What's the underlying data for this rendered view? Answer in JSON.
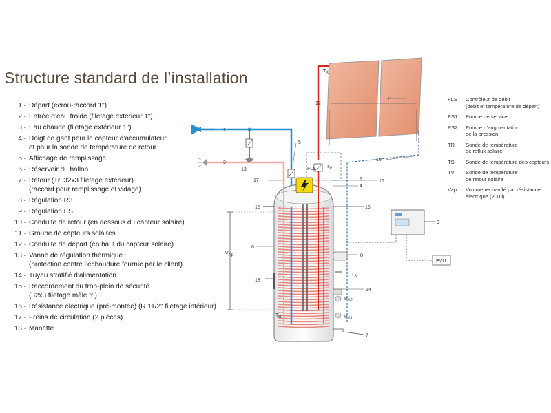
{
  "title": "Structure standard de l’installation",
  "legend": [
    {
      "num": "1 -",
      "text": "Départ (écrou-raccord 1\")"
    },
    {
      "num": "2 -",
      "text": "Entrée d’eau froide (filetage extérieur 1\")"
    },
    {
      "num": "3 -",
      "text": "Eau chaude (filetage extérieur 1\")"
    },
    {
      "num": "4 -",
      "text": "Doigt de gant pour le capteur d’accumulateur\net pour la sonde de température de retour"
    },
    {
      "num": "5 -",
      "text": "Affichage de remplissage"
    },
    {
      "num": "6 -",
      "text": "Réservoir du ballon"
    },
    {
      "num": "7 -",
      "text": "Retour (Tr. 32x3 filetage extérieur)\n(raccord pour remplissage et vidage)"
    },
    {
      "num": "8 -",
      "text": "Régulation R3"
    },
    {
      "num": "9 -",
      "text": "Régulation ES"
    },
    {
      "num": "10 -",
      "text": "Conduite de retour (en dessous du capteur solaire)"
    },
    {
      "num": "11 -",
      "text": "Groupe de capteurs solaires"
    },
    {
      "num": "12 -",
      "text": "Conduite de départ (en haut du capteur solaire)"
    },
    {
      "num": "13 -",
      "text": "Vanne de régulation thermique\n(protection contre l’échaudure fournie par le client)"
    },
    {
      "num": "14 -",
      "text": "Tuyau stratifié d’alimentation"
    },
    {
      "num": "15 -",
      "text": "Raccordement du trop-plein de sécurité\n(32x3 filetage mâle tr.)"
    },
    {
      "num": "16 -",
      "text": "Résistance électrique (pré-montée) (R 11/2\" filetage intérieur)"
    },
    {
      "num": "17 -",
      "text": "Freins de circulation (2 pièces)"
    },
    {
      "num": "18 -",
      "text": "Manette"
    }
  ],
  "abbreviations": [
    {
      "code": "FLS",
      "desc": "Contrôleur de débit\n(débit et température de départ)"
    },
    {
      "code": "PS1",
      "desc": "Pompe de service"
    },
    {
      "code": "PS2",
      "desc": "Pompe d’augmentation\nde la pression"
    },
    {
      "code": "TR",
      "desc": "Sonde de température\nde reflux solaire"
    },
    {
      "code": "TS",
      "desc": "Sonde de température des capteurs"
    },
    {
      "code": "TV",
      "desc": "Sonde de température\nde retour solaire"
    },
    {
      "code": "Vap",
      "desc": "Volume réchauffé par résistance\nélectrique (200 l)."
    }
  ],
  "diagram": {
    "n1": "1",
    "n2": "2",
    "n3": "3",
    "n4": "4",
    "n5": "5",
    "n6": "6",
    "n7": "7",
    "n8": "8",
    "n9": "9",
    "n10": "10",
    "n11": "11",
    "n12": "12",
    "n13": "13",
    "n14": "14",
    "n15a": "15",
    "n15b": "15",
    "n16": "16",
    "n17": "17",
    "n18": "18",
    "fls": "FLS",
    "tk": "T",
    "tk_sub": "K",
    "tv": "T",
    "tv_sub": "V",
    "ts": "T",
    "ts_sub": "S",
    "tr": "T",
    "tr_sub": "R",
    "ps1": "P",
    "ps1_sub": "S1",
    "ps2": "P",
    "ps2_sub": "S2",
    "vap": "V",
    "vap_sub": "Ap",
    "evu": "EVU"
  },
  "colors": {
    "hot": "#d9261c",
    "hot_light": "#f2a8a5",
    "cold": "#2a8fd0",
    "return_dashed": "#3a6db5",
    "panel": "#e9a98f",
    "tank_outline": "#8a8a8a",
    "title": "#5a4a3c"
  }
}
